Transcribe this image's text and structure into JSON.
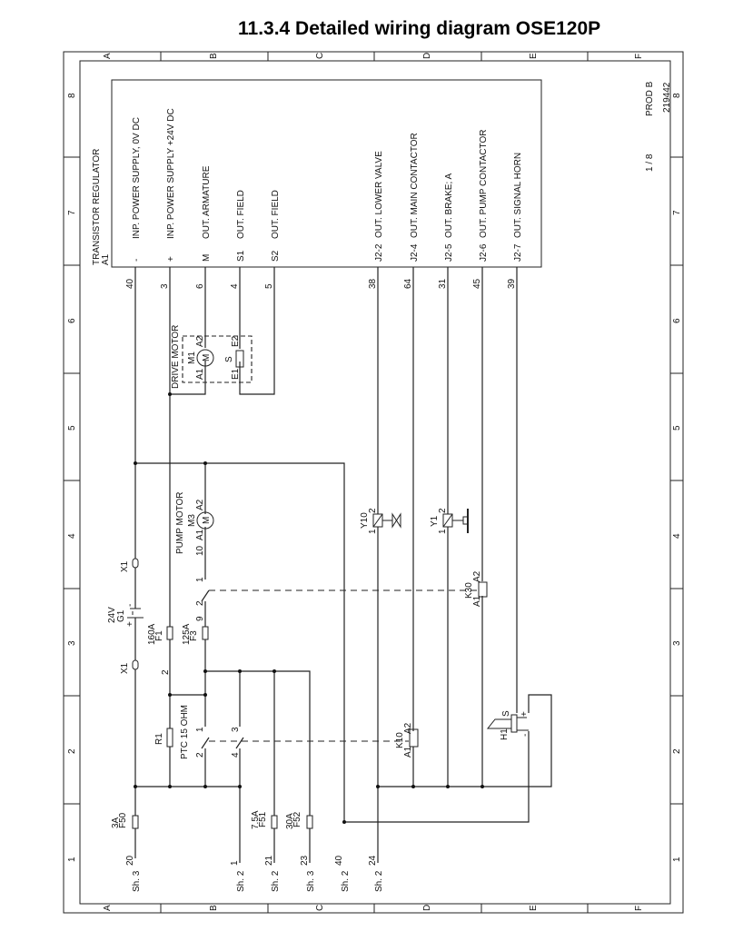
{
  "title": "11.3.4 Detailed wiring diagram OSE120P",
  "frame": {
    "columns": [
      "A",
      "B",
      "C",
      "D",
      "E",
      "F"
    ],
    "rows": [
      "1",
      "2",
      "3",
      "4",
      "5",
      "6",
      "7",
      "8"
    ],
    "title_block": {
      "product": "PROD B",
      "number": "219442",
      "sheet": "1 / 8"
    }
  },
  "regulator": {
    "name": "TRANSISTOR REGULATOR",
    "ref": "A1",
    "terminals": [
      {
        "pin": "-",
        "desc": "INP. POWER SUPPLY, 0V DC",
        "wire": "40"
      },
      {
        "pin": "+",
        "desc": "INP. POWER SUPPLY +24V DC",
        "wire": "3"
      },
      {
        "pin": "M",
        "desc": "OUT. ARMATURE",
        "wire": "6"
      },
      {
        "pin": "S1",
        "desc": "OUT. FIELD",
        "wire": "4"
      },
      {
        "pin": "S2",
        "desc": "OUT. FIELD",
        "wire": "5"
      },
      {
        "pin": "J2-2",
        "desc": "OUT. LOWER VALVE",
        "wire": "38"
      },
      {
        "pin": "J2-4",
        "desc": "OUT. MAIN CONTACTOR",
        "wire": "64"
      },
      {
        "pin": "J2-5",
        "desc": "OUT. BRAKE; A",
        "wire": "31"
      },
      {
        "pin": "J2-6",
        "desc": "OUT. PUMP CONTACTOR",
        "wire": "45"
      },
      {
        "pin": "J2-7",
        "desc": "OUT. SIGNAL HORN",
        "wire": "39"
      }
    ]
  },
  "drive_motor": {
    "name": "DRIVE MOTOR",
    "ref": "M1",
    "a1": "A1",
    "a2": "A2",
    "m": "M",
    "field": "S",
    "e1": "E1",
    "e2": "E2"
  },
  "pump_motor": {
    "name": "PUMP MOTOR",
    "ref": "M3",
    "a1": "A1",
    "a2": "A2",
    "m": "M",
    "wire": "10"
  },
  "battery": {
    "voltage": "24V",
    "ref": "G1",
    "plus": "+",
    "minus": "-"
  },
  "connectors": {
    "x1_top": "X1",
    "x1_bottom": "X1"
  },
  "fuses": {
    "f1": {
      "rating": "160A",
      "ref": "F1"
    },
    "f3": {
      "rating": "125A",
      "ref": "F3"
    },
    "f50": {
      "rating": "3A",
      "ref": "F50"
    },
    "f51": {
      "rating": "7.5A",
      "ref": "F51"
    },
    "f52": {
      "rating": "30A",
      "ref": "F52"
    }
  },
  "resistor": {
    "ref": "R1",
    "value": "PTC 15 OHM"
  },
  "contactor_k10": {
    "ref": "K10",
    "a1": "A1",
    "a2": "A2",
    "c1": "1",
    "c2": "2",
    "c3": "3",
    "c4": "4"
  },
  "contactor_k30": {
    "ref": "K30",
    "a1": "A1",
    "a2": "A2",
    "c1": "1",
    "c2": "2"
  },
  "valve_y10": {
    "ref": "Y10",
    "p1": "1",
    "p2": "2"
  },
  "brake_y1": {
    "ref": "Y1",
    "p1": "1",
    "p2": "2"
  },
  "horn_h1": {
    "ref": "H1",
    "s": "S",
    "plus": "+",
    "minus": "-"
  },
  "wire_numbers": {
    "w2": "2",
    "w9": "9"
  },
  "sheet_refs": [
    {
      "sheet": "Sh. 3",
      "wire": "20"
    },
    {
      "sheet": "Sh. 2",
      "wire": "1"
    },
    {
      "sheet": "Sh. 2",
      "wire": "21"
    },
    {
      "sheet": "Sh. 3",
      "wire": "23"
    },
    {
      "sheet": "Sh. 2",
      "wire": "40"
    },
    {
      "sheet": "Sh. 2",
      "wire": "24"
    }
  ]
}
